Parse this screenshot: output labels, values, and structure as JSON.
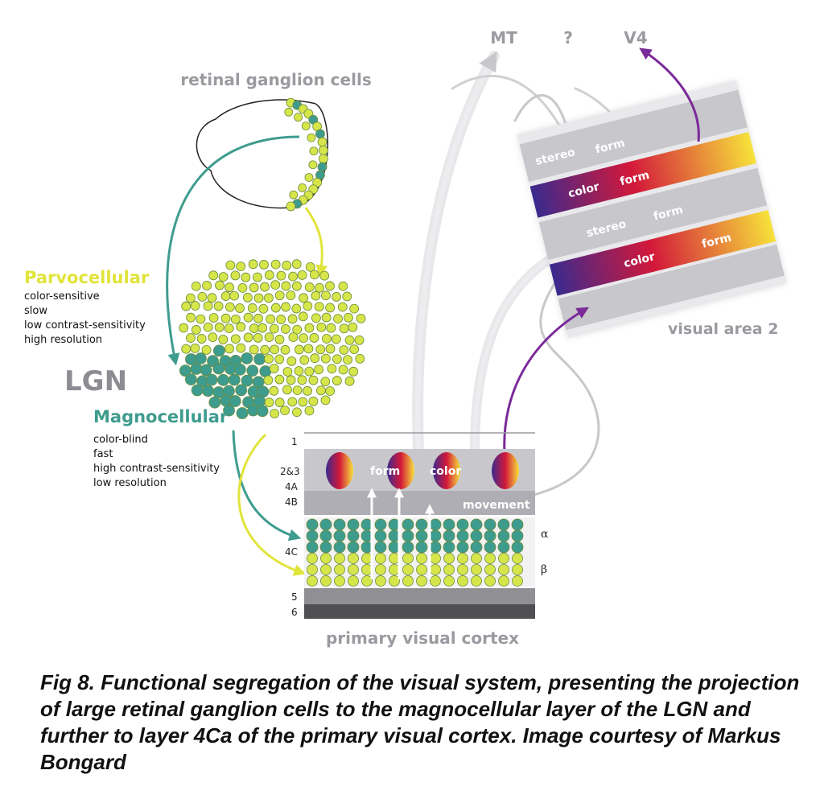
{
  "labels": {
    "retinal_title": "retinal ganglion cells",
    "lgn": "LGN",
    "parvo_title": "Parvocellular",
    "parvo_desc": [
      "color-sensitive",
      "slow",
      "low contrast-sensitivity",
      "high resolution"
    ],
    "magno_title": "Magnocellular",
    "magno_desc": [
      "color-blind",
      "fast",
      "high contrast-sensitivity",
      "low resolution"
    ],
    "primary_cortex": "primary visual cortex",
    "visual_area_2": "visual area 2",
    "mt": "MT",
    "unknown": "?",
    "v4": "V4"
  },
  "v1": {
    "layers": [
      "1",
      "2&3",
      "4A",
      "4B",
      "4C",
      "5",
      "6"
    ],
    "blob_labels": [
      "form",
      "color"
    ],
    "movement": "movement",
    "alpha": "α",
    "beta": "β"
  },
  "v2": {
    "row1": [
      "stereo",
      "form"
    ],
    "row2": [
      "color",
      "form"
    ],
    "row3": [
      "stereo",
      "form"
    ],
    "row4": [
      "color",
      "form"
    ]
  },
  "caption": "Fig 8. Functional segregation of the visual system, presenting the projection of large retinal ganglion cells to the magnocellular layer of the LGN and further to layer 4Ca of the primary visual cortex. Image courtesy of Markus Bongard",
  "colors": {
    "parvo": "#d6e64a",
    "magno": "#3e9c8e",
    "gray_label": "#9a9aa0",
    "purple_arrow": "#7b2a9a",
    "gradient": [
      "#3a2a8e",
      "#d3183a",
      "#f7e23a"
    ]
  }
}
